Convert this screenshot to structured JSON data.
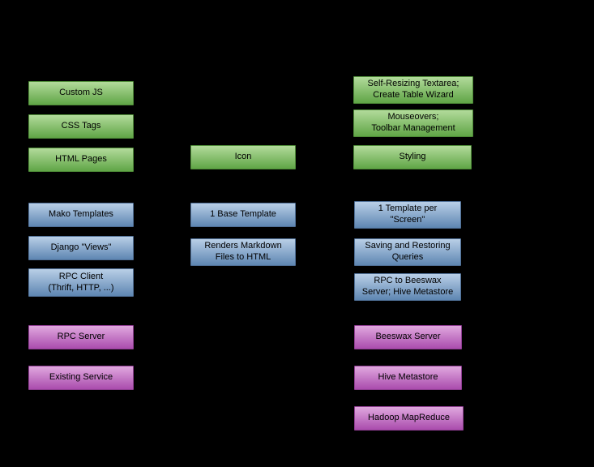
{
  "background": "#000000",
  "colors": {
    "green_top": "#b2db9b",
    "green_bottom": "#60a546",
    "blue_top": "#b9cfe7",
    "blue_bottom": "#5e86b2",
    "purple_top": "#e0a8df",
    "purple_bottom": "#aa4cad",
    "text": "#000000"
  },
  "boxes": [
    {
      "id": "custom-js",
      "label": "Custom JS",
      "color": "green"
    },
    {
      "id": "css-tags",
      "label": "CSS Tags",
      "color": "green"
    },
    {
      "id": "html-pages",
      "label": "HTML Pages",
      "color": "green"
    },
    {
      "id": "mako-templates",
      "label": "Mako Templates",
      "color": "blue"
    },
    {
      "id": "django-views",
      "label": "Django \"Views\"",
      "color": "blue"
    },
    {
      "id": "rpc-client",
      "label": "RPC Client\n(Thrift, HTTP, ...)",
      "color": "blue"
    },
    {
      "id": "rpc-server",
      "label": "RPC Server",
      "color": "purple"
    },
    {
      "id": "existing-service",
      "label": "Existing Service",
      "color": "purple"
    },
    {
      "id": "icon",
      "label": "Icon",
      "color": "green"
    },
    {
      "id": "base-template",
      "label": "1 Base Template",
      "color": "blue"
    },
    {
      "id": "renders-markdown",
      "label": "Renders Markdown\nFiles to HTML",
      "color": "blue"
    },
    {
      "id": "self-resizing",
      "label": "Self-Resizing Textarea;\nCreate Table Wizard",
      "color": "green"
    },
    {
      "id": "mouseovers",
      "label": "Mouseovers;\nToolbar Management",
      "color": "green"
    },
    {
      "id": "styling",
      "label": "Styling",
      "color": "green"
    },
    {
      "id": "template-per-screen",
      "label": "1 Template per\n\"Screen\"",
      "color": "blue"
    },
    {
      "id": "saving-queries",
      "label": "Saving and Restoring\nQueries",
      "color": "blue"
    },
    {
      "id": "rpc-beeswax",
      "label": "RPC to Beeswax\nServer; Hive Metastore",
      "color": "blue"
    },
    {
      "id": "beeswax-server",
      "label": "Beeswax Server",
      "color": "purple"
    },
    {
      "id": "hive-metastore",
      "label": "Hive Metastore",
      "color": "purple"
    },
    {
      "id": "hadoop-mapreduce",
      "label": "Hadoop MapReduce",
      "color": "purple"
    }
  ]
}
